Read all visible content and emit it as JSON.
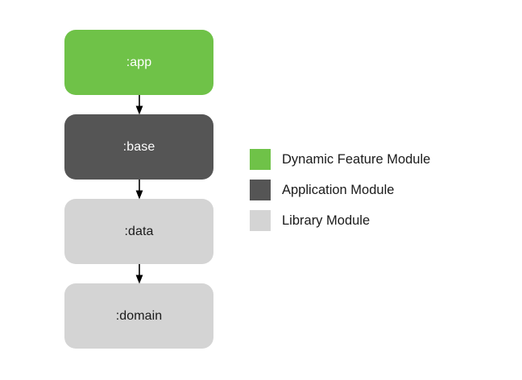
{
  "diagram": {
    "type": "dependency-graph",
    "background_color": "#ffffff",
    "nodes": [
      {
        "id": "app",
        "label": ":app",
        "category": "Dynamic Feature Module",
        "fill": "#6FC248",
        "text_color": "#ffffff"
      },
      {
        "id": "base",
        "label": ":base",
        "category": "Application Module",
        "fill": "#555555",
        "text_color": "#ffffff"
      },
      {
        "id": "data",
        "label": ":data",
        "category": "Library Module",
        "fill": "#D4D4D4",
        "text_color": "#1a1a1a"
      },
      {
        "id": "domain",
        "label": ":domain",
        "category": "Library Module",
        "fill": "#D4D4D4",
        "text_color": "#1a1a1a"
      }
    ],
    "edges": [
      {
        "from": ":app",
        "to": ":base",
        "style": "solid-arrow",
        "color": "#000000"
      },
      {
        "from": ":base",
        "to": ":data",
        "style": "solid-arrow",
        "color": "#000000"
      },
      {
        "from": ":data",
        "to": ":domain",
        "style": "solid-arrow",
        "color": "#000000"
      }
    ]
  },
  "legend": {
    "items": [
      {
        "label": "Dynamic Feature Module",
        "color": "#6FC248"
      },
      {
        "label": "Application Module",
        "color": "#555555"
      },
      {
        "label": "Library Module",
        "color": "#D4D4D4"
      }
    ]
  }
}
